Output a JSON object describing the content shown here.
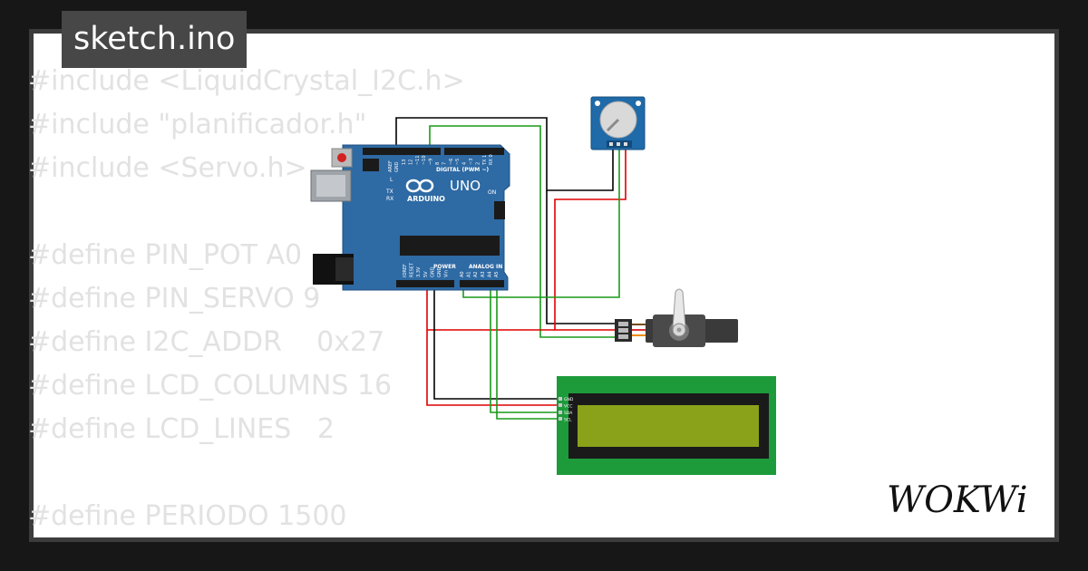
{
  "title": "sketch.ino",
  "code_lines": [
    "#include <LiquidCrystal_I2C.h>",
    "#include \"planificador.h\"",
    "#include <Servo.h>",
    "",
    "#define PIN_POT A0",
    "#define PIN_SERVO 9",
    "#define I2C_ADDR    0x27",
    "#define LCD_COLUMNS 16",
    "#define LCD_LINES   2",
    "",
    "#define PERIODO 1500"
  ],
  "arduino": {
    "model": "UNO",
    "brand": "ARDUINO",
    "digital_label": "DIGITAL (PWM ~)",
    "power_label": "POWER",
    "analog_label": "ANALOG IN",
    "on_label": "ON",
    "l_label": "L",
    "tx_label": "TX",
    "rx_label": "RX",
    "aref_label": "AREF",
    "gnd_label": "GND",
    "top_pins": [
      "13",
      "12",
      "~11",
      "~10",
      "~9",
      "8",
      "7",
      "~6",
      "~5",
      "4",
      "~3",
      "2",
      "TX 1",
      "RX 0"
    ],
    "power_pins": [
      "IOREF",
      "RESET",
      "3.3V",
      "5V",
      "GND",
      "GND",
      "Vin"
    ],
    "analog_pins": [
      "A0",
      "A1",
      "A2",
      "A3",
      "A4",
      "A5"
    ]
  },
  "lcd": {
    "pins": [
      "GND",
      "VCC",
      "SDA",
      "SCL"
    ]
  },
  "brand_text": "WOKWi",
  "colors": {
    "board": "#2e6aa4",
    "potentiometer": "#1f6aa8",
    "lcd_pcb": "#1d9b3a",
    "lcd_screen": "#8aa21a",
    "wire_black": "#000000",
    "wire_red": "#e00000",
    "wire_green": "#1a9a1a",
    "code_text": "#e2e2e2",
    "title_bg": "#474747"
  }
}
